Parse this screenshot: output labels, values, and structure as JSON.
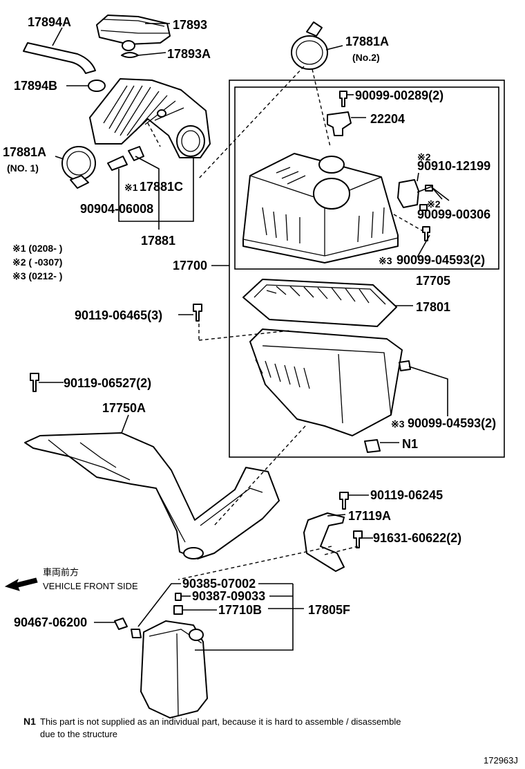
{
  "labels": {
    "l17894A": "17894A",
    "l17893": "17893",
    "l17893A": "17893A",
    "l17894B": "17894B",
    "l17881A_2": "17881A",
    "l17881A_2_note": "(No.2)",
    "l17881A_1": "17881A",
    "l17881A_1_note": "(NO. 1)",
    "l17881C": "17881C",
    "l17881C_mark": "※1",
    "l90904": "90904-06008",
    "l17881": "17881",
    "l90099_00289": "90099-00289(2)",
    "l22204": "22204",
    "l90910_mark": "※2",
    "l90910": "90910-12199",
    "l90099_00306_mark": "※2",
    "l90099_00306": "90099-00306",
    "l90099_04593a": "90099-04593(2)",
    "l90099_04593a_mark": "※3",
    "l17700": "17700",
    "l17705": "17705",
    "l17801": "17801",
    "l90119_06465": "90119-06465(3)",
    "l90119_06527": "90119-06527(2)",
    "l17750A": "17750A",
    "l90099_04593b": "90099-04593(2)",
    "l90099_04593b_mark": "※3",
    "lN1": "N1",
    "l90119_06245": "90119-06245",
    "l17119A": "17119A",
    "l91631": "91631-60622(2)",
    "l90385": "90385-07002",
    "l90387": "90387-09033",
    "l17710B": "17710B",
    "l17805F": "17805F",
    "l90467": "90467-06200"
  },
  "notes": {
    "n1": "※1 (0208-        )",
    "n2": "※2 (        -0307)",
    "n3": "※3 (0212-        )"
  },
  "direction": {
    "jp": "車両前方",
    "en": "VEHICLE FRONT SIDE"
  },
  "footnote": {
    "code": "N1",
    "line1": "This part is not supplied as an individual part, because it is hard to assemble / disassemble",
    "line2": "due to the structure"
  },
  "figure_id": "172963J"
}
